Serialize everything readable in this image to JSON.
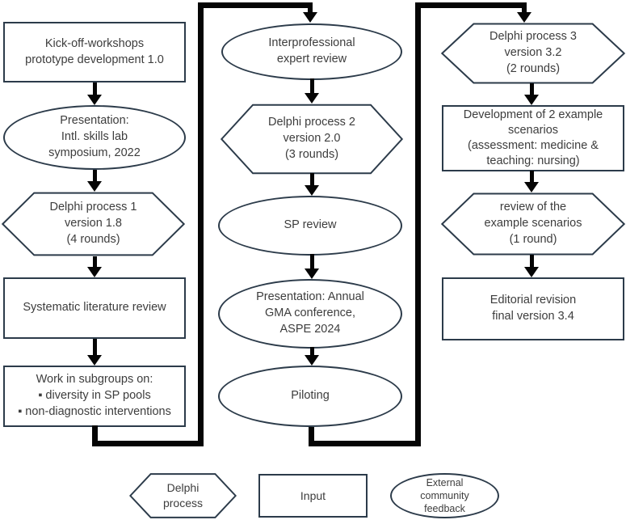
{
  "nodes": {
    "kickoff": {
      "shape": "rectangle",
      "text": "Kick-off-workshops\nprototype development 1.0"
    },
    "presentation1": {
      "shape": "ellipse",
      "text": "Presentation:\nIntl. skills lab\nsymposium, 2022"
    },
    "delphi1": {
      "shape": "hexagon",
      "text": "Delphi process 1\nversion 1.8\n(4 rounds)"
    },
    "systematic": {
      "shape": "rectangle",
      "text": "Systematic literature review"
    },
    "subgroups": {
      "shape": "rectangle",
      "text": "Work in subgroups on:\n▪  diversity in SP pools\n▪  non-diagnostic interventions"
    },
    "interprofessional": {
      "shape": "ellipse",
      "text": "Interprofessional\nexpert review"
    },
    "delphi2": {
      "shape": "hexagon",
      "text": "Delphi process 2\nversion 2.0\n(3 rounds)"
    },
    "sp_review": {
      "shape": "ellipse",
      "text": "SP review"
    },
    "presentation2": {
      "shape": "ellipse",
      "text": "Presentation: Annual\nGMA conference,\nASPE 2024"
    },
    "piloting": {
      "shape": "ellipse",
      "text": "Piloting"
    },
    "delphi3": {
      "shape": "hexagon",
      "text": "Delphi process 3\nversion 3.2\n(2 rounds)"
    },
    "development": {
      "shape": "rectangle",
      "text": "Development of 2 example\nscenarios\n(assessment: medicine &\nteaching: nursing)"
    },
    "review_scenarios": {
      "shape": "hexagon",
      "text": "review of the\nexample scenarios\n(1 round)"
    },
    "editorial": {
      "shape": "rectangle",
      "text": "Editorial revision\nfinal version 3.4"
    }
  },
  "legend": {
    "delphi": {
      "shape": "hexagon",
      "text": "Delphi\nprocess"
    },
    "input": {
      "shape": "rectangle",
      "text": "Input"
    },
    "external": {
      "shape": "ellipse",
      "text": "External\ncommunity\nfeedback"
    }
  },
  "colors": {
    "shape_border": "#2c3b4a",
    "text": "#3d3d3d",
    "connector": "#050505",
    "background": "#ffffff"
  }
}
